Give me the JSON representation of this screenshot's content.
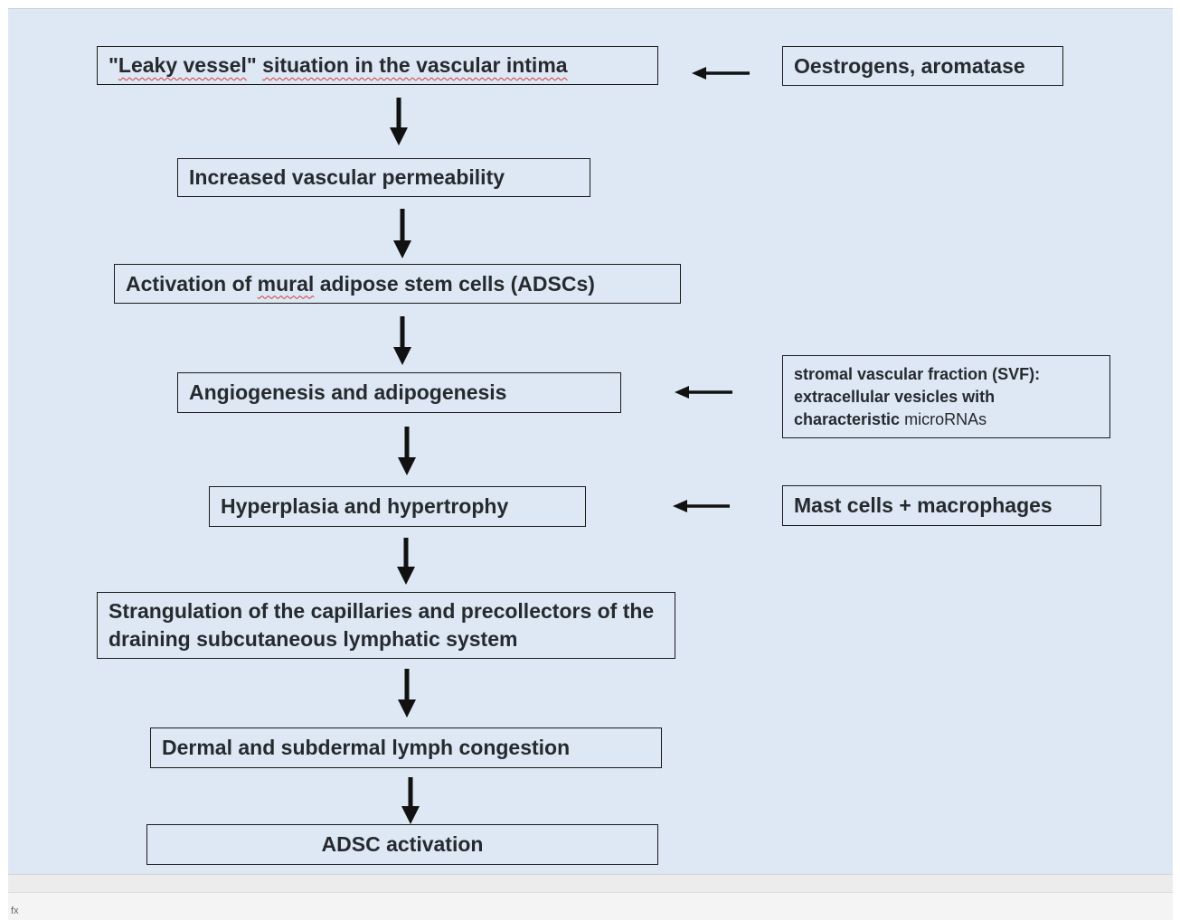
{
  "diagram": {
    "main_flow": [
      {
        "id": "leaky-vessel",
        "segments": [
          {
            "text": "\"",
            "squiggle": false
          },
          {
            "text": "Leaky vessel",
            "squiggle": true
          },
          {
            "text": "\" ",
            "squiggle": false
          },
          {
            "text": "situation in the vascular intima",
            "squiggle": true
          }
        ]
      },
      {
        "id": "permeability",
        "text": "Increased vascular permeability"
      },
      {
        "id": "adsc-mural",
        "segments": [
          {
            "text": "Activation of ",
            "squiggle": false
          },
          {
            "text": "mural",
            "squiggle": true
          },
          {
            "text": " adipose stem cells (ADSCs)",
            "squiggle": false
          }
        ]
      },
      {
        "id": "angiogenesis",
        "text": "Angiogenesis and adipogenesis"
      },
      {
        "id": "hyperplasia",
        "text": "Hyperplasia and hypertrophy"
      },
      {
        "id": "strangulation",
        "text": "Strangulation of the capillaries and precollectors of the draining subcutaneous lymphatic system"
      },
      {
        "id": "lymph-congestion",
        "text": "Dermal and subdermal lymph congestion"
      },
      {
        "id": "adsc-activation",
        "text": "ADSC activation"
      }
    ],
    "side_inputs": [
      {
        "id": "oestrogens",
        "text": "Oestrogens, aromatase"
      },
      {
        "id": "svf",
        "bold_text": "stromal vascular fraction (SVF): extracellular vesicles with characteristic",
        "normal_text": " microRNAs"
      },
      {
        "id": "mast-cells",
        "text": "Mast cells + macrophages"
      }
    ]
  },
  "colors": {
    "background": "#dde8f4",
    "text": "#262a2f",
    "border": "#1a1a1a",
    "arrow": "#111111",
    "spellcheck": "#d23a3a"
  },
  "footer": {
    "glyph": "fx"
  }
}
